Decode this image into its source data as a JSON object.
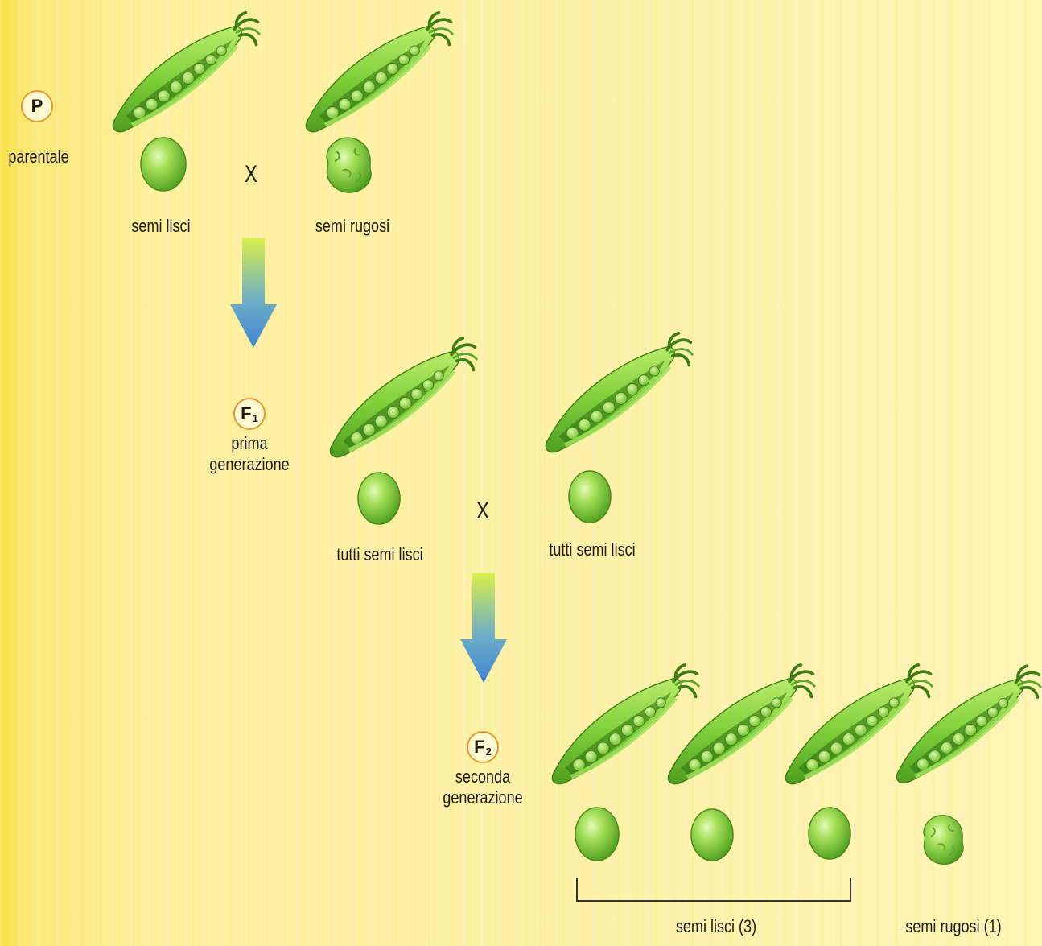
{
  "parental": {
    "badge": "P",
    "label": "parentale",
    "left_label": "semi lisci",
    "right_label": "semi rugosi",
    "cross": "X"
  },
  "f1": {
    "badge_letter": "F",
    "badge_sub": "1",
    "label": "prima generazione",
    "left_label": "tutti semi lisci",
    "right_label": "tutti semi lisci",
    "cross": "X"
  },
  "f2": {
    "badge_letter": "F",
    "badge_sub": "2",
    "label": "seconda generazione",
    "smooth_label": "semi lisci (3)",
    "wrinkled_label": "semi rugosi (1)"
  },
  "colors": {
    "pod": "#7fcf3a",
    "pod_dark": "#4a9a1a",
    "pea": "#8ed84a",
    "arrow_top": "#d9ee4a",
    "arrow_bottom": "#3f86d6",
    "badge_border": "#e79a2a"
  }
}
